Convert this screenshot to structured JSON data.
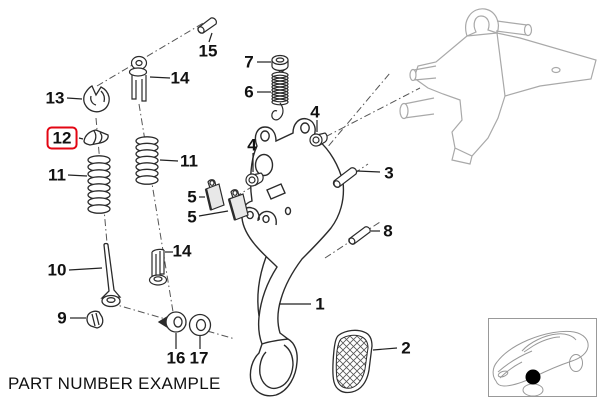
{
  "diagram": {
    "caption": "PART NUMBER EXAMPLE",
    "highlighted_part": "12",
    "part_labels": [
      "1",
      "2",
      "3",
      "4",
      "4",
      "5",
      "5",
      "6",
      "7",
      "8",
      "9",
      "10",
      "11",
      "11",
      "12",
      "13",
      "14",
      "14",
      "15",
      "16",
      "17"
    ]
  },
  "colors": {
    "line_art": "#2b2b2b",
    "secondary_art": "#a9a9a9",
    "highlight_box": "#e30613",
    "location_dot": "#000000",
    "background": "#ffffff"
  },
  "car_thumbnail": {
    "icon": "car-three-quarter-outline",
    "marker": "pedal-location-dot"
  }
}
